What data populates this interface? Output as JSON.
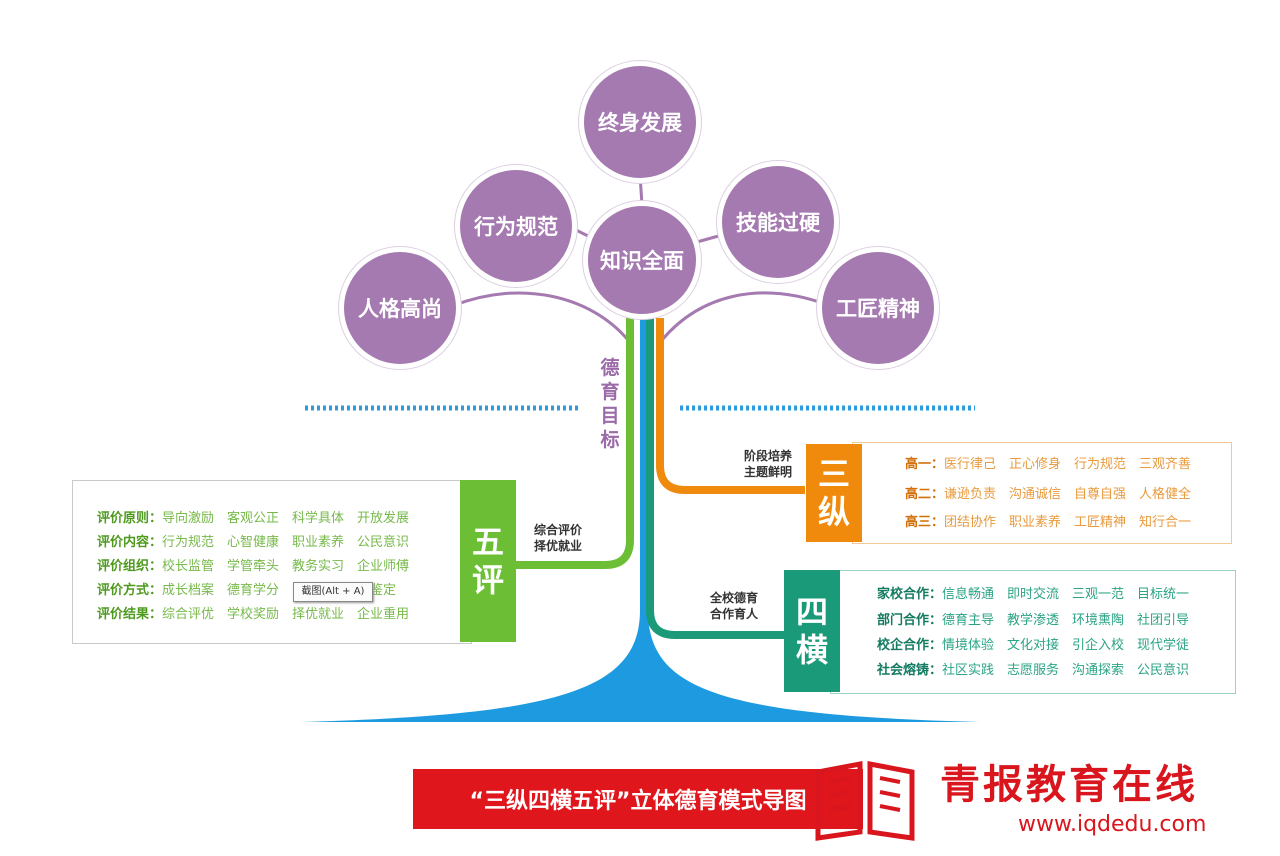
{
  "goals": {
    "top": "终身发展",
    "center": "知识全面",
    "left_mid": "行为规范",
    "right_mid": "技能过硬",
    "left_low": "人格高尚",
    "right_low": "工匠精神"
  },
  "trunk_label": [
    "德",
    "育",
    "目",
    "标"
  ],
  "sanzong": {
    "title_lines": [
      "三",
      "纵"
    ],
    "branch_lines": [
      "阶段培养",
      "主题鲜明"
    ],
    "color": "#f08a0c",
    "rows": [
      {
        "key": "高一：",
        "value": "医行律己　正心修身　行为规范　三观齐善"
      },
      {
        "key": "高二：",
        "value": "谦逊负责　沟通诚信　自尊自强　人格健全"
      },
      {
        "key": "高三：",
        "value": "团结协作　职业素养　工匠精神　知行合一"
      }
    ]
  },
  "siheng": {
    "title_lines": [
      "四",
      "横"
    ],
    "branch_lines": [
      "全校德育",
      "合作育人"
    ],
    "color": "#1b9a7a",
    "rows": [
      {
        "key": "家校合作：",
        "value": "信息畅通　即时交流　三观一范　目标统一"
      },
      {
        "key": "部门合作：",
        "value": "德育主导　教学渗透　环境熏陶　社团引导"
      },
      {
        "key": "校企合作：",
        "value": "情境体验　文化对接　引企入校　现代学徒"
      },
      {
        "key": "社会熔铸：",
        "value": "社区实践　志愿服务　沟通探索　公民意识"
      }
    ]
  },
  "wuping": {
    "title_lines": [
      "五",
      "评"
    ],
    "branch_lines": [
      "综合评价",
      "择优就业"
    ],
    "color": "#6cbf35",
    "rows": [
      {
        "key": "评价原则：",
        "value": "导向激励　客观公正　科学具体　开放发展"
      },
      {
        "key": "评价内容：",
        "value": "行为规范　心智健康　职业素养　公民意识"
      },
      {
        "key": "评价组织：",
        "value": "校长监管　学管牵头　教务实习　企业师傅"
      },
      {
        "key": "评价方式：",
        "value": "成长档案　德育学分　　　　　企业鉴定"
      },
      {
        "key": "评价结果：",
        "value": "综合评优　学校奖励　择优就业　企业重用"
      }
    ]
  },
  "tooltip": "截图(Alt + A)",
  "caption": "“三纵四横五评”立体德育模式导图",
  "brand": {
    "name": "青报教育在线",
    "url": "www.iqdedu.com"
  },
  "colors": {
    "purple": "#a57ab0",
    "blue": "#1e9be0",
    "green": "#6cbf35",
    "teal": "#1b9a7a",
    "orange": "#f08a0c",
    "red": "#e0161d"
  }
}
